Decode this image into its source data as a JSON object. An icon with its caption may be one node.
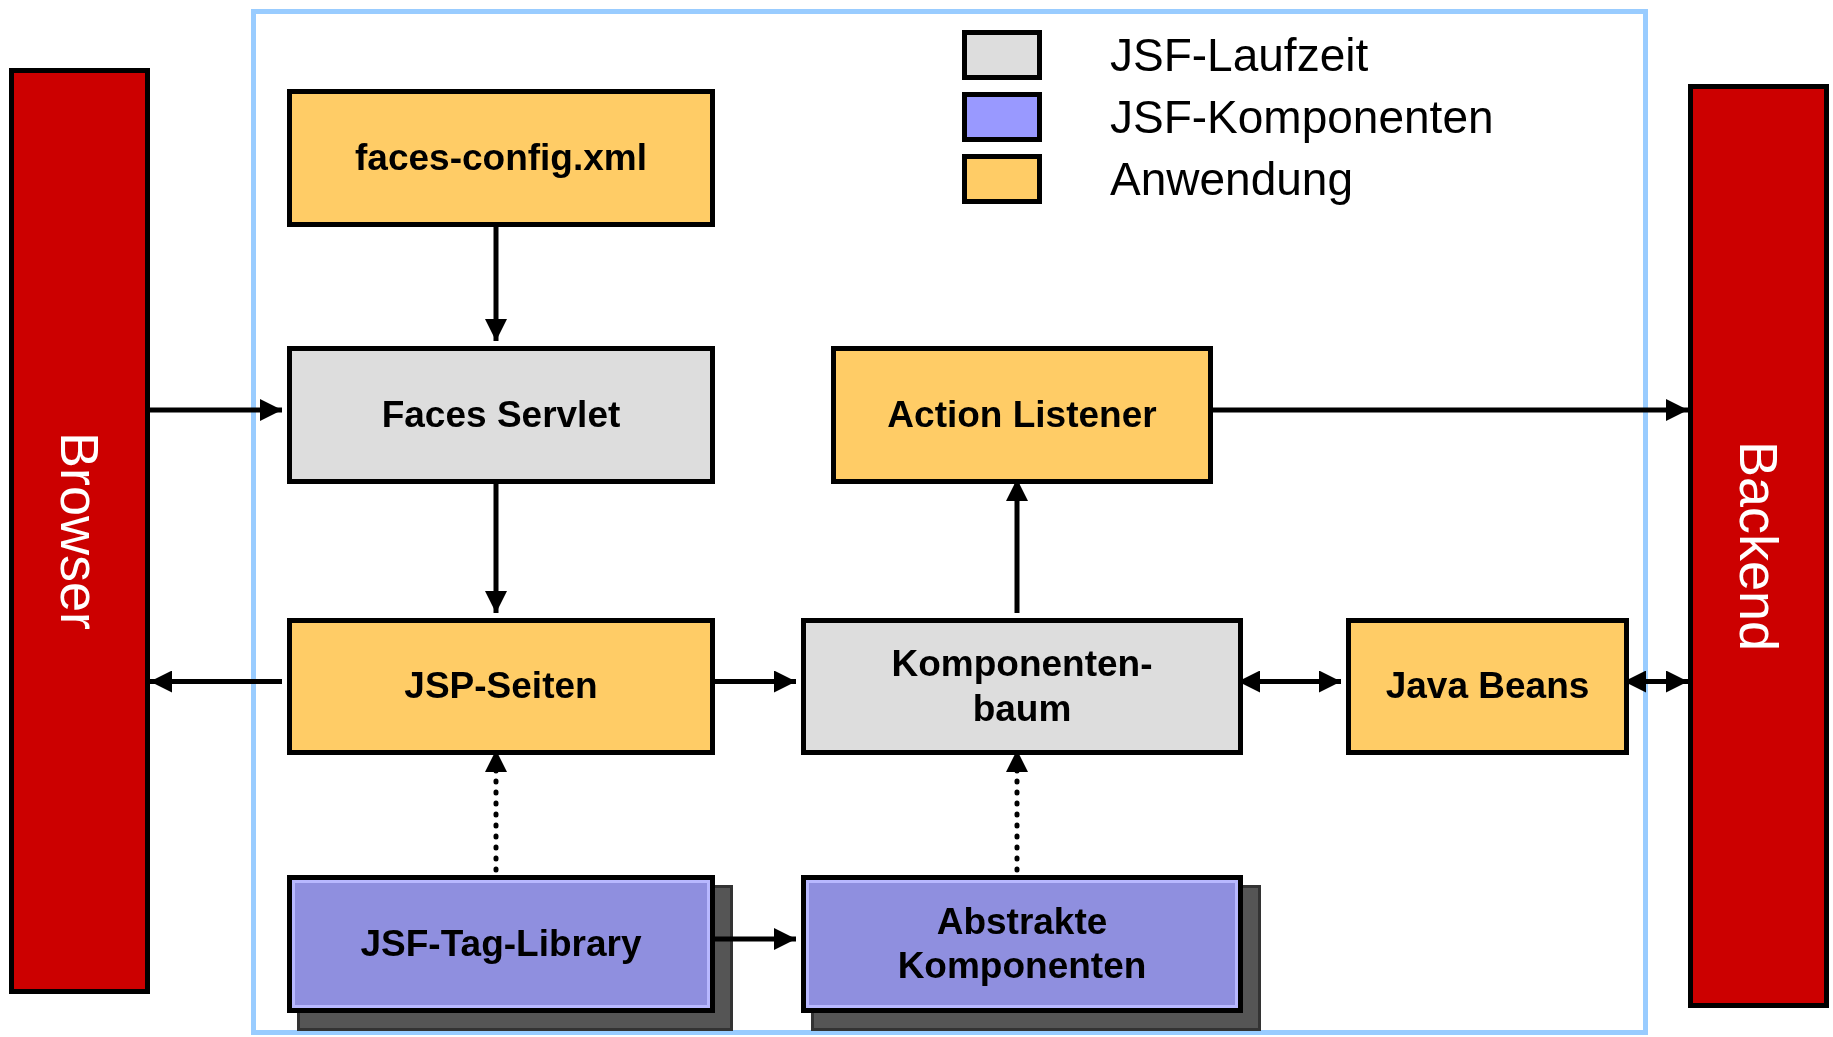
{
  "diagram": {
    "nodes": [
      {
        "text": [
          "Browser"
        ]
      },
      {
        "text": [],
        "shape": "box"
      },
      {
        "text": [
          "faces-config.xml"
        ],
        "in": 1
      },
      {
        "text": [
          "Faces Servlet"
        ],
        "in": 1
      },
      {
        "text": [
          "Action Listener"
        ],
        "in": 1
      },
      {
        "text": [
          "JSP-Seiten"
        ],
        "in": 1
      },
      {
        "text": [
          "Komponenten- baum"
        ],
        "in": 1
      },
      {
        "text": [
          "Java Beans"
        ],
        "in": 1
      },
      {
        "text": [
          "JSF-Tag-Library"
        ],
        "in": 1
      },
      {
        "text": [
          "Abstrakte Komponenten"
        ],
        "in": 1
      },
      {
        "text": [
          "Backend"
        ]
      }
    ],
    "edges": [
      {
        "from": 2,
        "to": 3,
        "arrow": "to"
      },
      {
        "from": 0,
        "to": 3,
        "arrow": "to"
      },
      {
        "from": 3,
        "to": 5,
        "arrow": "to"
      },
      {
        "from": 5,
        "to": 0,
        "arrow": "to"
      },
      {
        "from": 5,
        "to": 6,
        "arrow": "to"
      },
      {
        "from": 6,
        "to": 4,
        "arrow": "to"
      },
      {
        "from": 4,
        "to": 10,
        "arrow": "to"
      },
      {
        "from": 6,
        "to": 7,
        "arrow": "both"
      },
      {
        "from": 7,
        "to": 10,
        "arrow": "both"
      },
      {
        "from": 8,
        "to": 5,
        "arrow": "to",
        "style": "dashed"
      },
      {
        "from": 9,
        "to": 6,
        "arrow": "to",
        "style": "dashed"
      },
      {
        "from": 8,
        "to": 9,
        "arrow": "to"
      }
    ],
    "legend": [
      {
        "text": "JSF-Laufzeit",
        "color": "#dddddd"
      },
      {
        "text": "JSF-Komponenten",
        "color": "#9999ff"
      },
      {
        "text": "Anwendung",
        "color": "#ffcc66"
      }
    ]
  }
}
